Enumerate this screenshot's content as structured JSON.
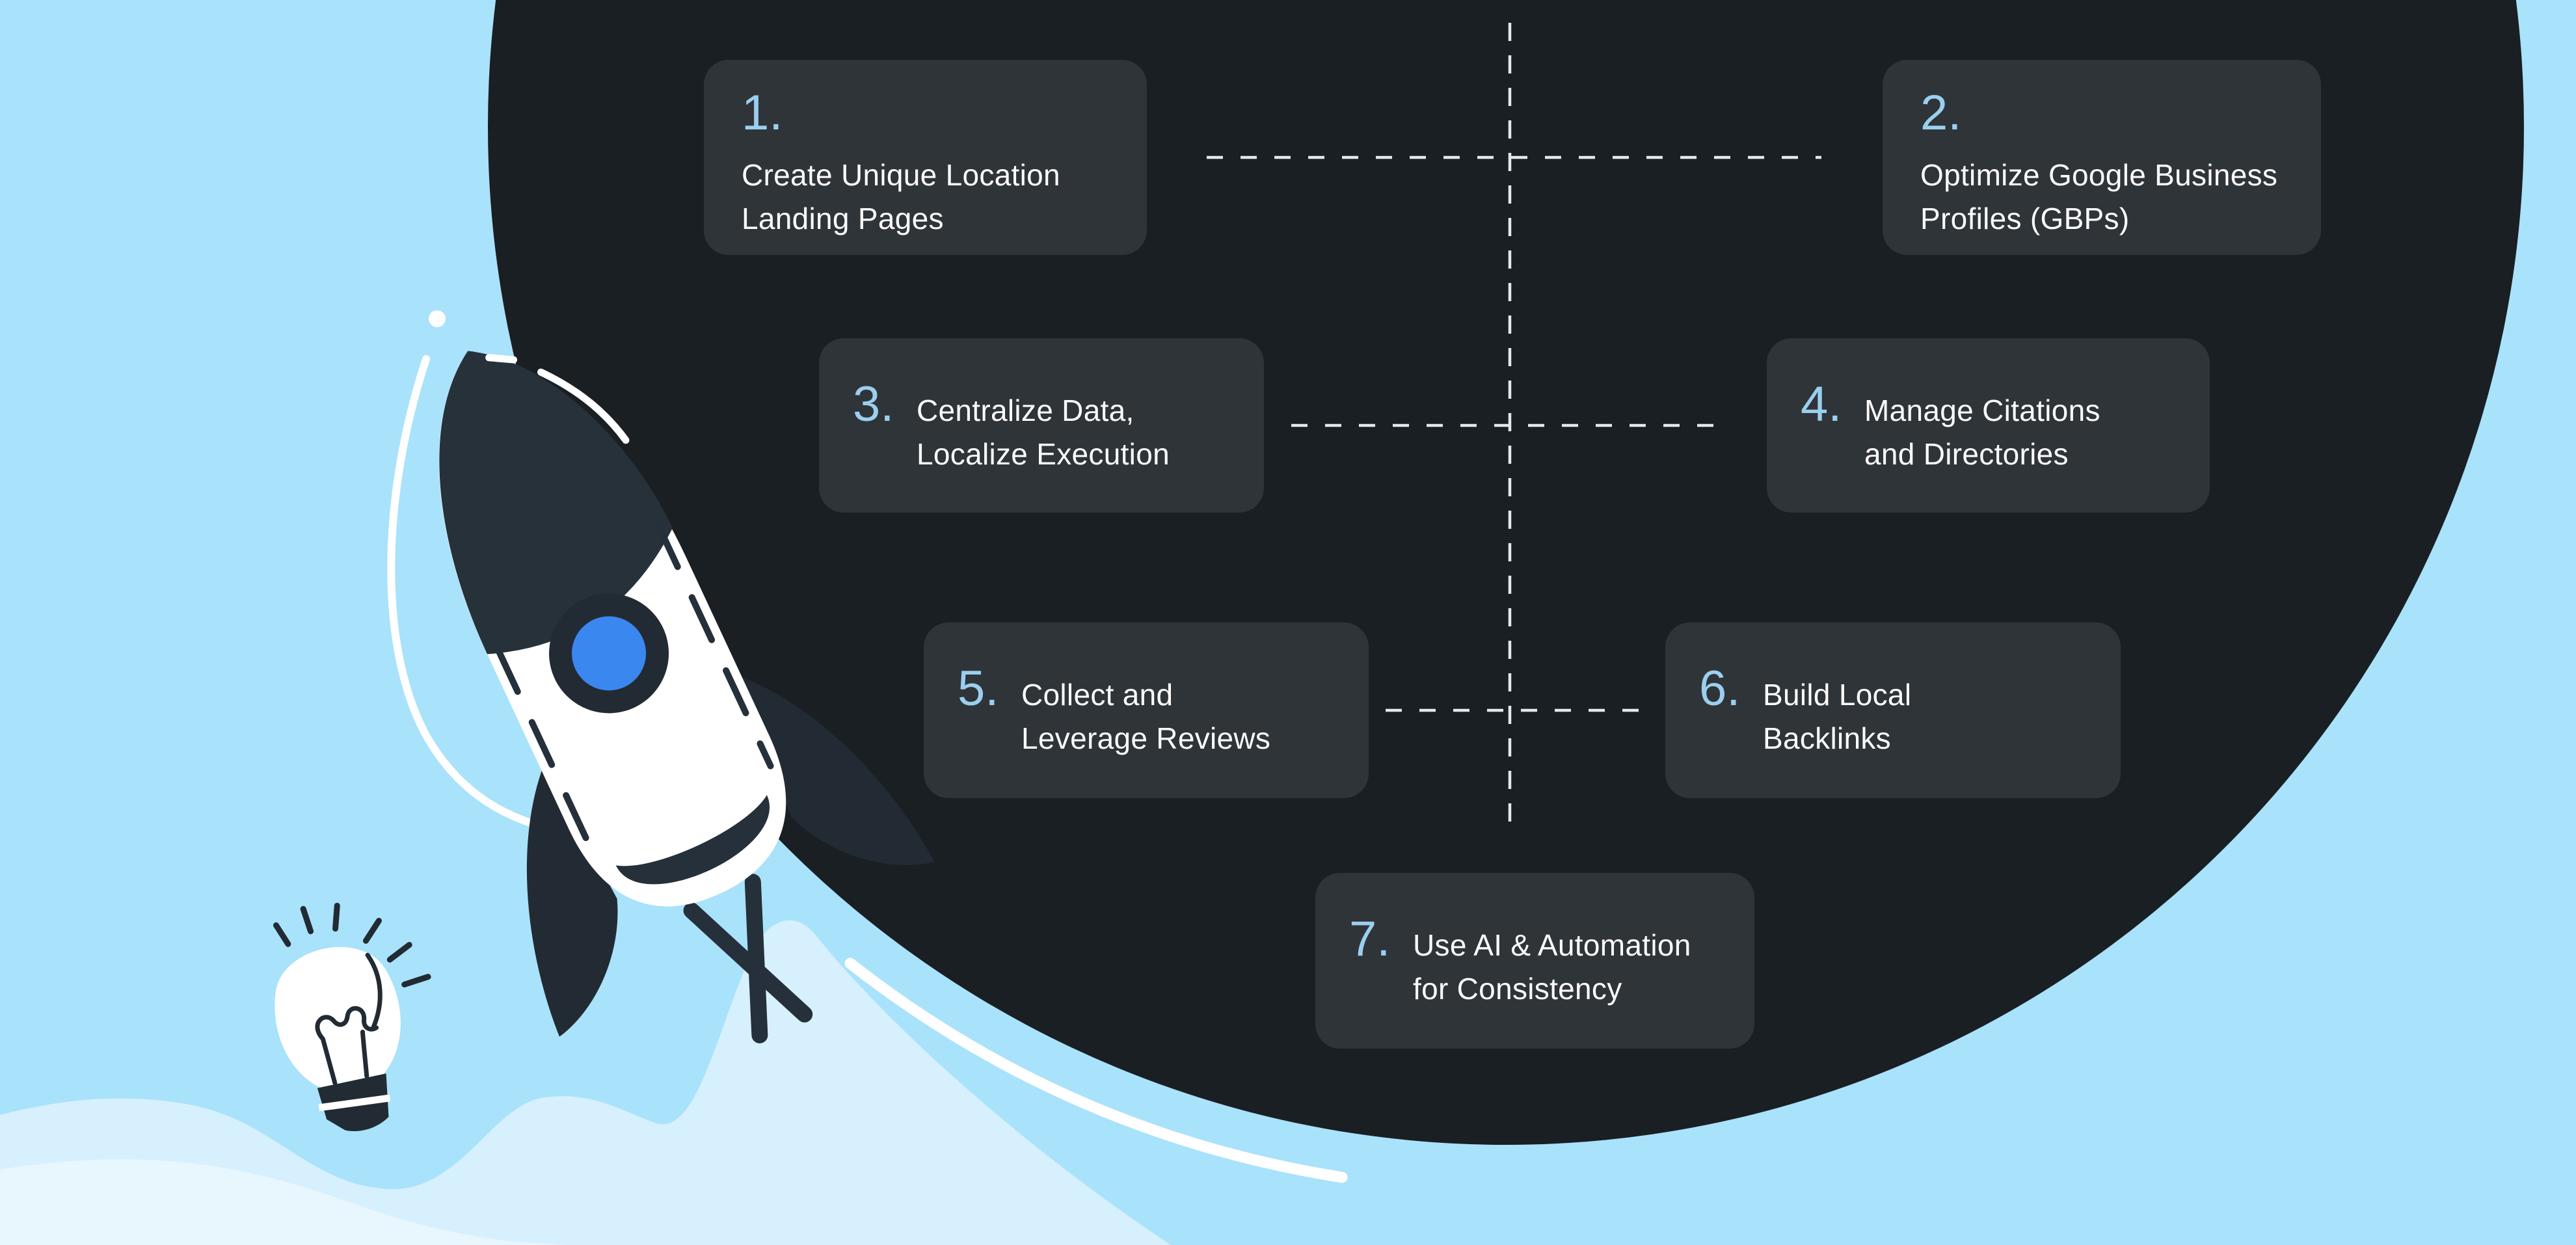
{
  "steps": [
    {
      "number": "1.",
      "title": "Create Unique Location\nLanding Pages"
    },
    {
      "number": "2.",
      "title": "Optimize Google Business\nProfiles (GBPs)"
    },
    {
      "number": "3.",
      "title": "Centralize Data,\nLocalize Execution"
    },
    {
      "number": "4.",
      "title": "Manage Citations\nand Directories"
    },
    {
      "number": "5.",
      "title": "Collect and\nLeverage Reviews"
    },
    {
      "number": "6.",
      "title": "Build Local\nBacklinks"
    },
    {
      "number": "7.",
      "title": "Use AI & Automation\nfor Consistency"
    }
  ],
  "colors": {
    "background": "#a9e2fb",
    "wave_light": "#d7f0fd",
    "wave_lightest": "#e8f7fe",
    "dark_circle": "#1a1f24",
    "card_background": "#2f3439",
    "step_number": "#9bcfee",
    "step_text": "#fbfbfb",
    "connector_dash": "#e2e8ec",
    "rocket_dark": "#25303a",
    "porthole_blue": "#3b87f0",
    "illustration_white": "#ffffff"
  },
  "icons": {
    "rocket": "rocket-ship-illustration",
    "lightbulb": "lightbulb-idea-icon",
    "trail": "launch-trail-line",
    "swoosh": "motion-swoosh-arc"
  }
}
